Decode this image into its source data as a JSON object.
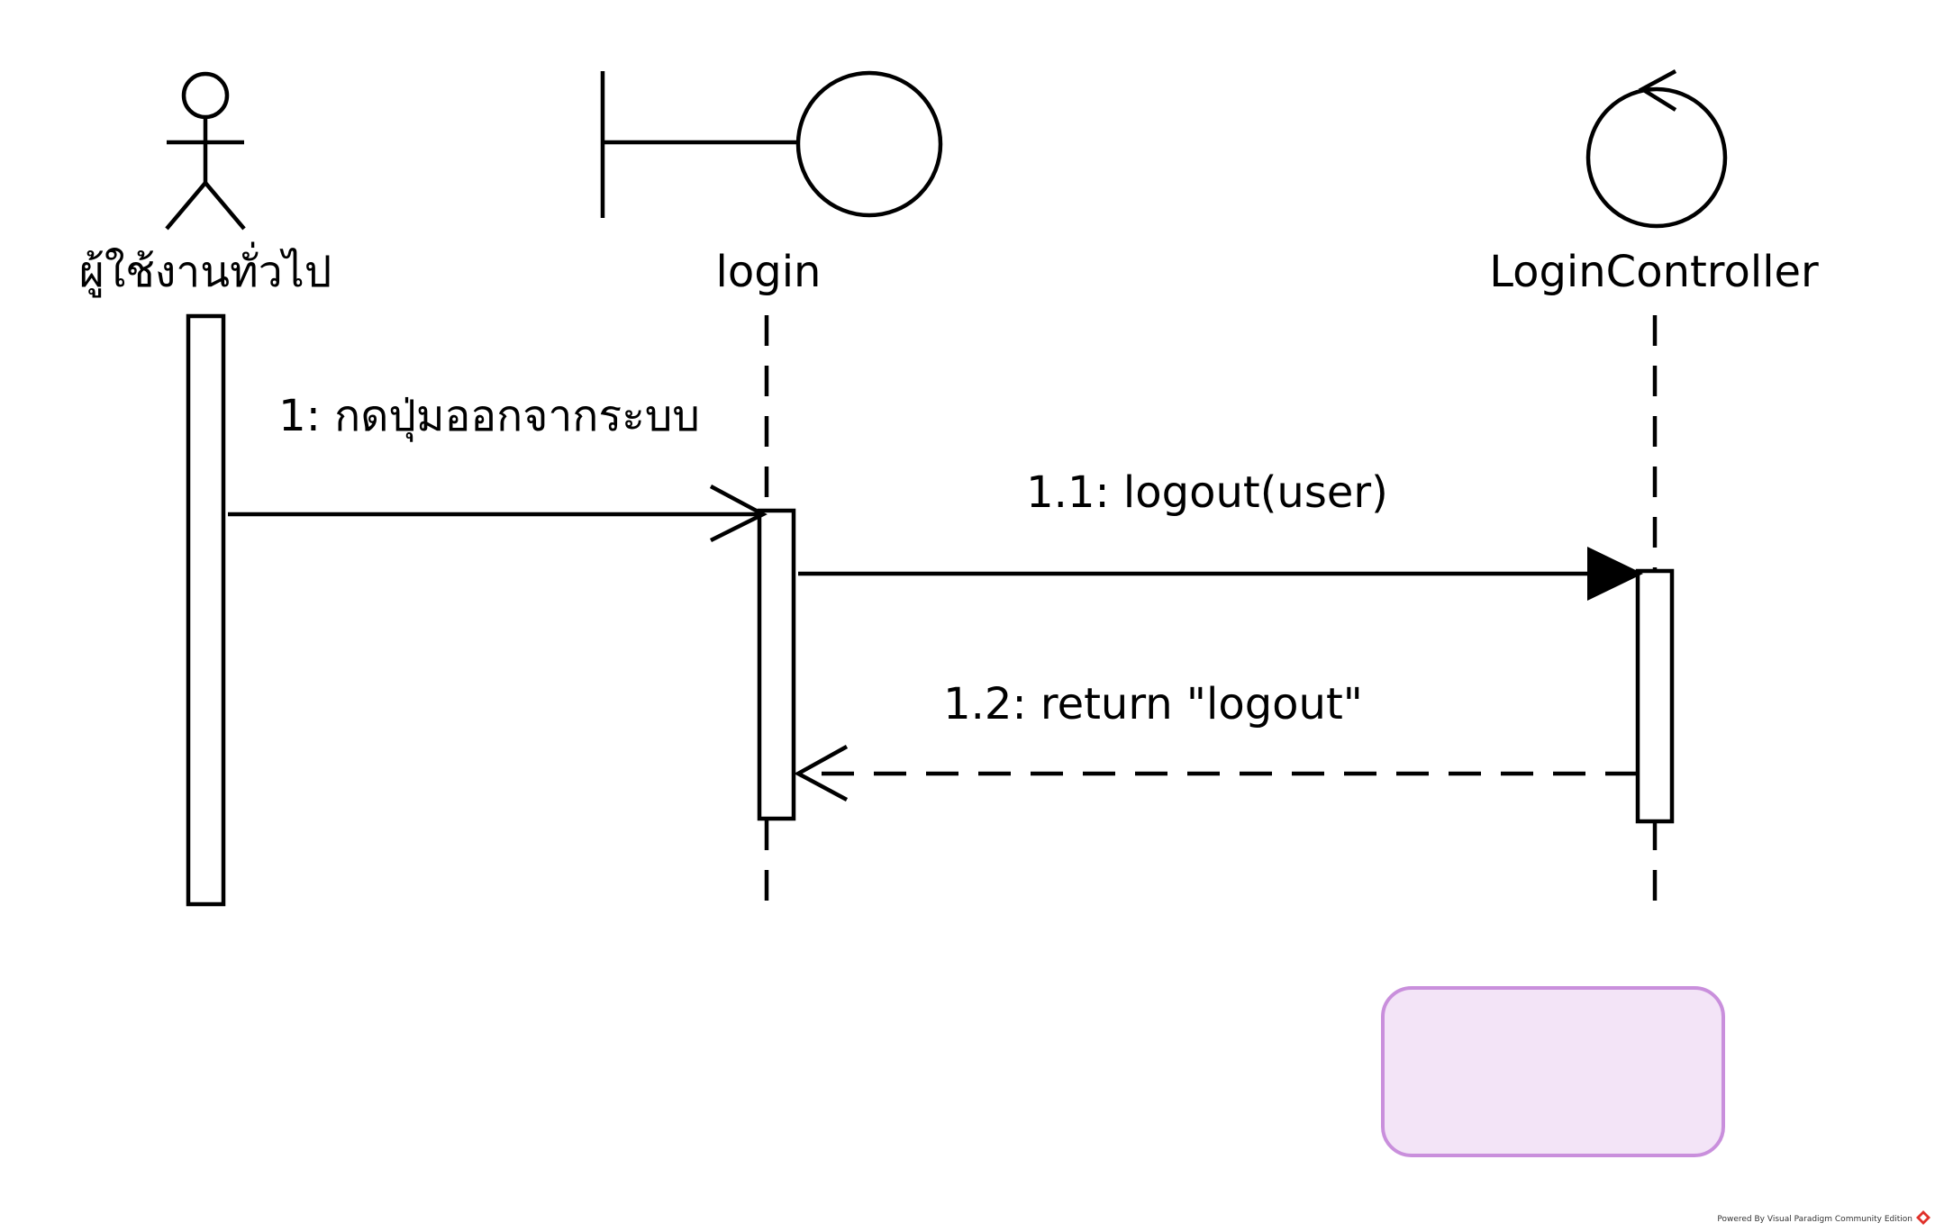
{
  "participants": [
    {
      "id": "actor",
      "kind": "actor",
      "name": "ผู้ใช้งานทั่วไป"
    },
    {
      "id": "boundary",
      "kind": "boundary",
      "name": "login"
    },
    {
      "id": "control",
      "kind": "control",
      "name": "LoginController"
    }
  ],
  "messages": [
    {
      "id": "m1",
      "label": "1: กดปุ่มออกจากระบบ",
      "type": "async"
    },
    {
      "id": "m2",
      "label": "1.1: logout(user)",
      "type": "sync"
    },
    {
      "id": "m3",
      "label": "1.2: return \"logout\"",
      "type": "return"
    }
  ],
  "note": {
    "text": ""
  },
  "footer": {
    "text": "Powered By Visual Paradigm Community Edition"
  },
  "colors": {
    "note_fill": "#f3e4f7",
    "note_stroke": "#c98fdc",
    "footer_icon": "#e0312a"
  }
}
